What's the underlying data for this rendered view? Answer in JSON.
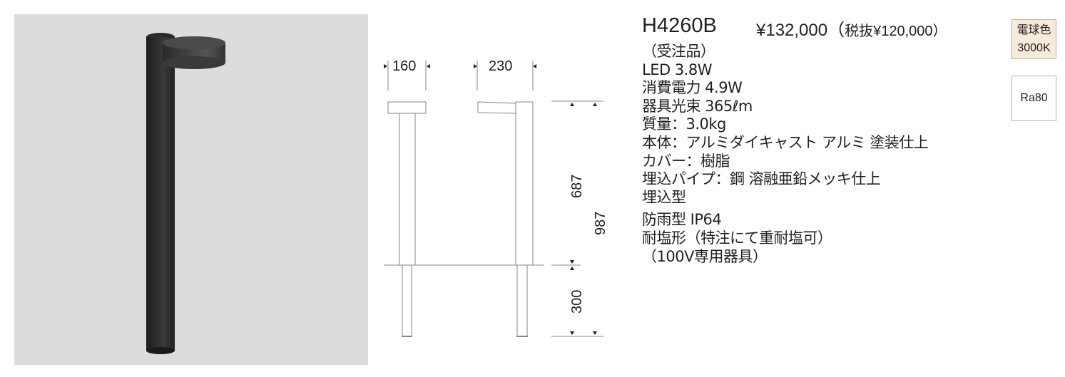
{
  "product": {
    "model": "H4260B",
    "price": "¥132,000（",
    "price_ex_tax": "税抜¥120,000）",
    "order_note": "（受注品）"
  },
  "specs": [
    "LED 3.8W",
    "消費電力 4.9W",
    "器具光束 365ℓm",
    "質量：3.0kg",
    "本体：アルミダイキャスト アルミ 塗装仕上",
    "カバー：樹脂",
    "埋込パイプ：鋼 溶融亜鉛メッキ仕上",
    "埋込型",
    "防雨型 IP64",
    "耐塩形（特注にて重耐塩可）",
    "（100V専用器具）"
  ],
  "badges": {
    "color_temp_label": "電球色",
    "color_temp_value": "3000K",
    "cri": "Ra80"
  },
  "dimensions": {
    "head_diameter": "160",
    "arm_length": "230",
    "above_ground": "687",
    "total_height": "987",
    "embed_depth": "300"
  }
}
